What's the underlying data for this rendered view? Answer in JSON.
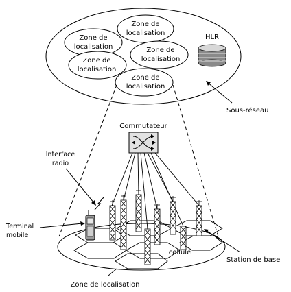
{
  "subnetwork": {
    "zones": [
      {
        "line1": "Zone de",
        "line2": "localisation"
      },
      {
        "line1": "Zone de",
        "line2": "localisation"
      },
      {
        "line1": "Zone de",
        "line2": "localisation"
      },
      {
        "line1": "Zone de",
        "line2": "localisation"
      },
      {
        "line1": "Zone de",
        "line2": "localisation"
      }
    ],
    "hlr_label": "HLR",
    "label": "Sous-réseau"
  },
  "switch": {
    "label": "Commutateur"
  },
  "radio_interface": {
    "line1": "Interface",
    "line2": "radio"
  },
  "terminal": {
    "line1": "Terminal",
    "line2": "mobile"
  },
  "cell_label": "cellule",
  "base_station_label": "Station de base",
  "location_area_label": "Zone de localisation"
}
